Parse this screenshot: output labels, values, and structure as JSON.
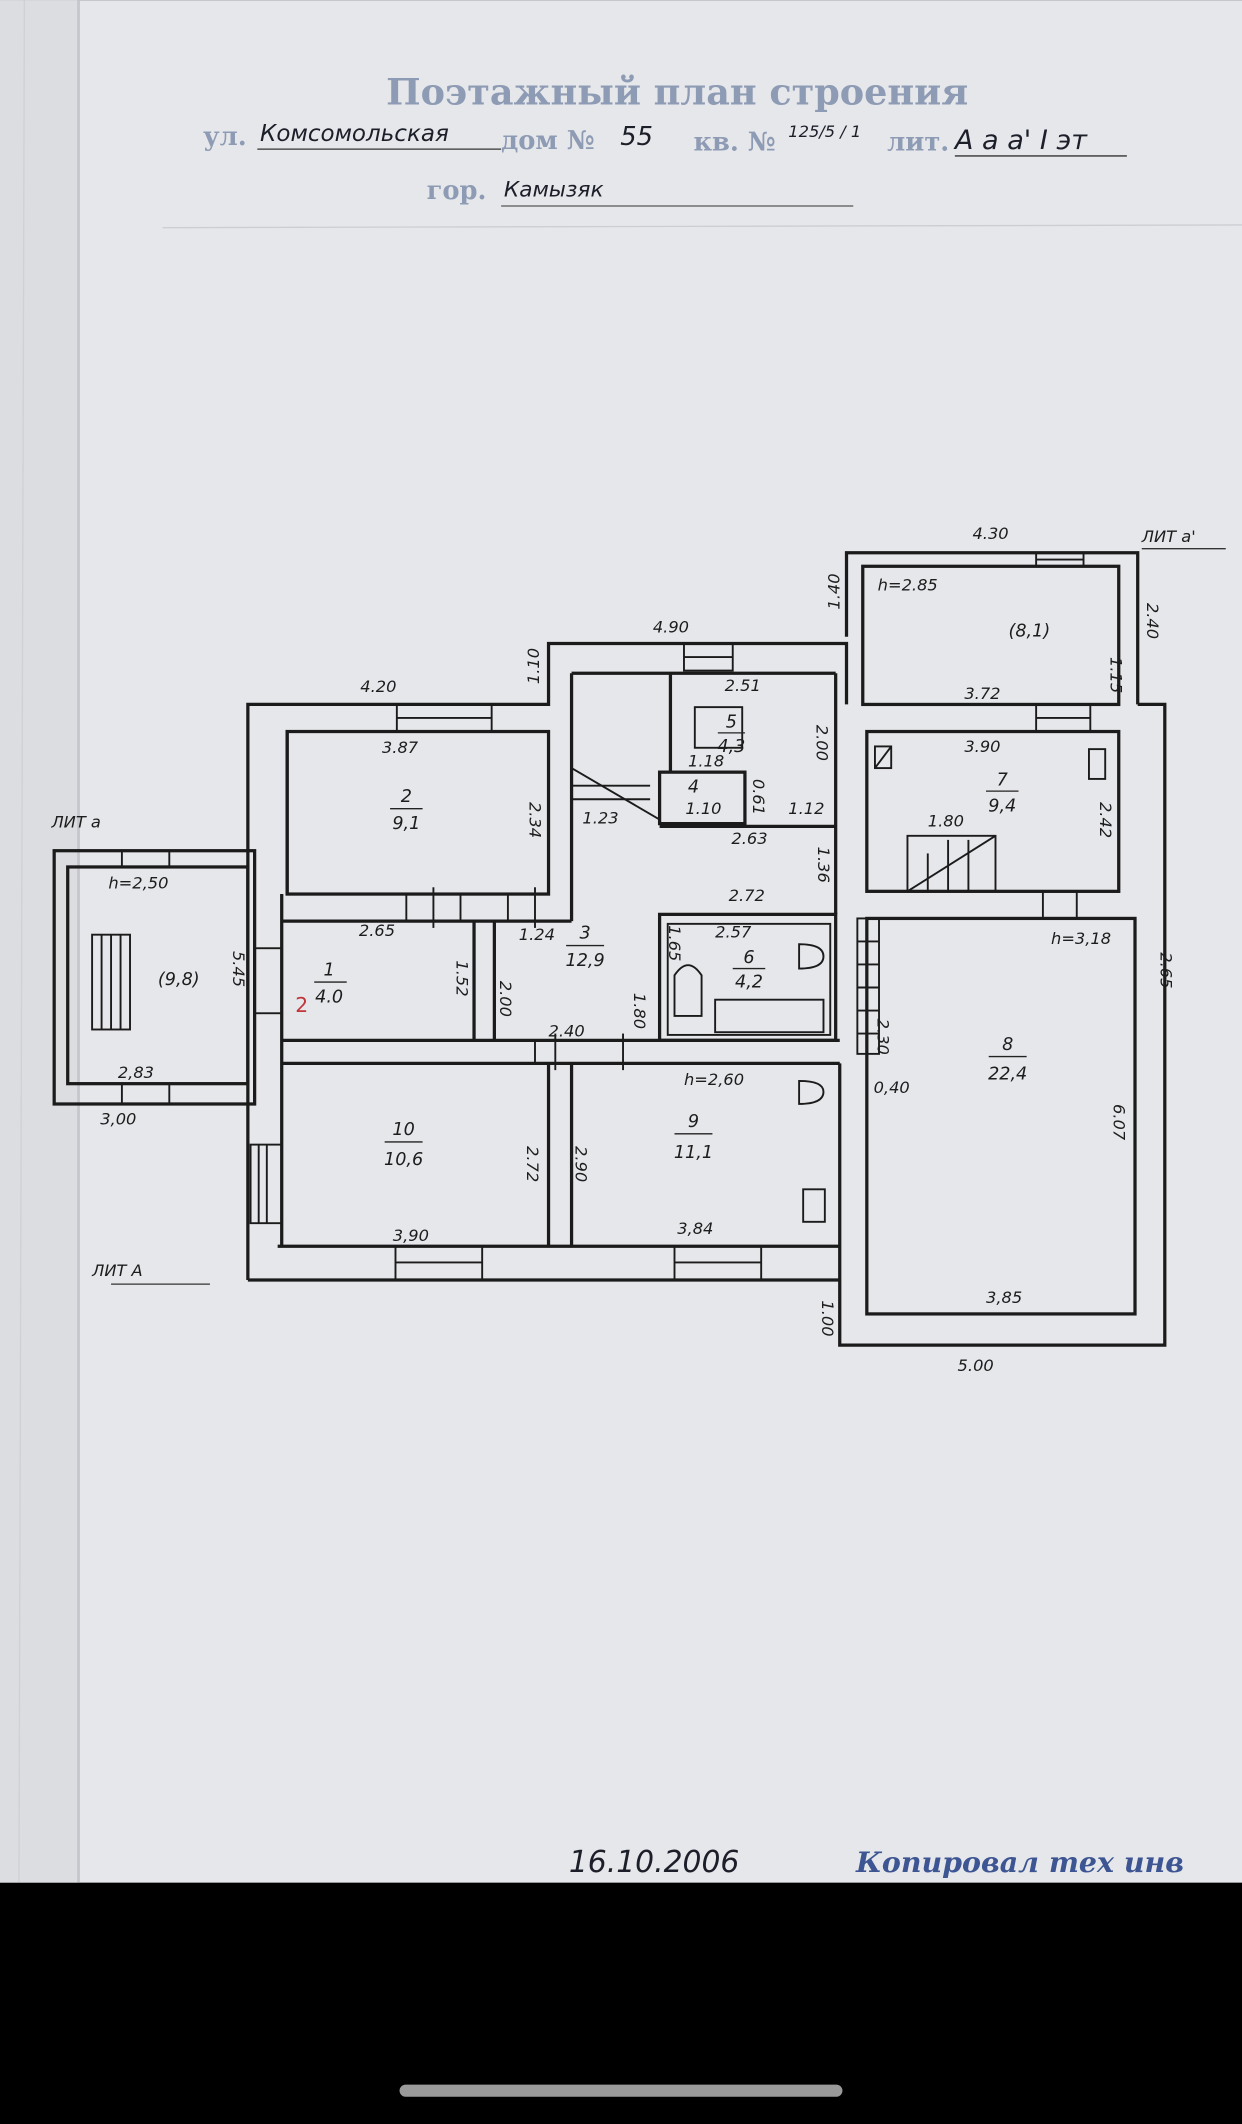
{
  "header": {
    "title": "Поэтажный план строения",
    "street_label": "ул.",
    "street": "Комсомольская",
    "house_label": "дом №",
    "house": "55",
    "apt_label": "кв. №",
    "apt": "125/5 / 1",
    "lit_label": "лит.",
    "lit": "А а а' I эт",
    "city_label": "гор.",
    "city": "Камызяк"
  },
  "labels": {
    "lit_a_prime": "ЛИТ а'",
    "lit_a_small": "ЛИТ а",
    "lit_A": "ЛИТ А",
    "red_mark": "2"
  },
  "rooms": [
    {
      "num": "1",
      "area": "4.0"
    },
    {
      "num": "2",
      "area": "9,1"
    },
    {
      "num": "3",
      "area": "12,9"
    },
    {
      "num": "4",
      "area": ""
    },
    {
      "num": "5",
      "area": "4,3"
    },
    {
      "num": "6",
      "area": "4,2"
    },
    {
      "num": "7",
      "area": "9,4"
    },
    {
      "num": "8",
      "area": "22,4"
    },
    {
      "num": "9",
      "area": "11,1"
    },
    {
      "num": "10",
      "area": "10,6"
    },
    {
      "num": "",
      "area": "(8,1)"
    },
    {
      "num": "",
      "area": "(9,8)"
    }
  ],
  "heights": {
    "a_prime": "h=2.85",
    "a": "h=2,50",
    "room8": "h=3,18",
    "room9": "h=2,60"
  },
  "dims": [
    "4.30",
    "1.40",
    "1.15",
    "2.40",
    "4.90",
    "1.10",
    "4.20",
    "2.51",
    "3.72",
    "3.87",
    "3.90",
    "2.00",
    "2.34",
    "1.18",
    "1.10",
    "0.61",
    "1.12",
    "1.23",
    "2.63",
    "1.80",
    "2.42",
    "1.36",
    "5.45",
    "2.65",
    "1.24",
    "2.72",
    "2.57",
    "1.65",
    "2.65",
    "1.52",
    "2.00",
    "1.80",
    "2.40",
    "2.30",
    "6.07",
    "2,83",
    "3,00",
    "0,40",
    "2.72",
    "2.90",
    "3,90",
    "3,84",
    "3,85",
    "1.00",
    "5.00"
  ],
  "footer": {
    "date": "16.10.2006",
    "stamp": "Копировал тех инв"
  }
}
